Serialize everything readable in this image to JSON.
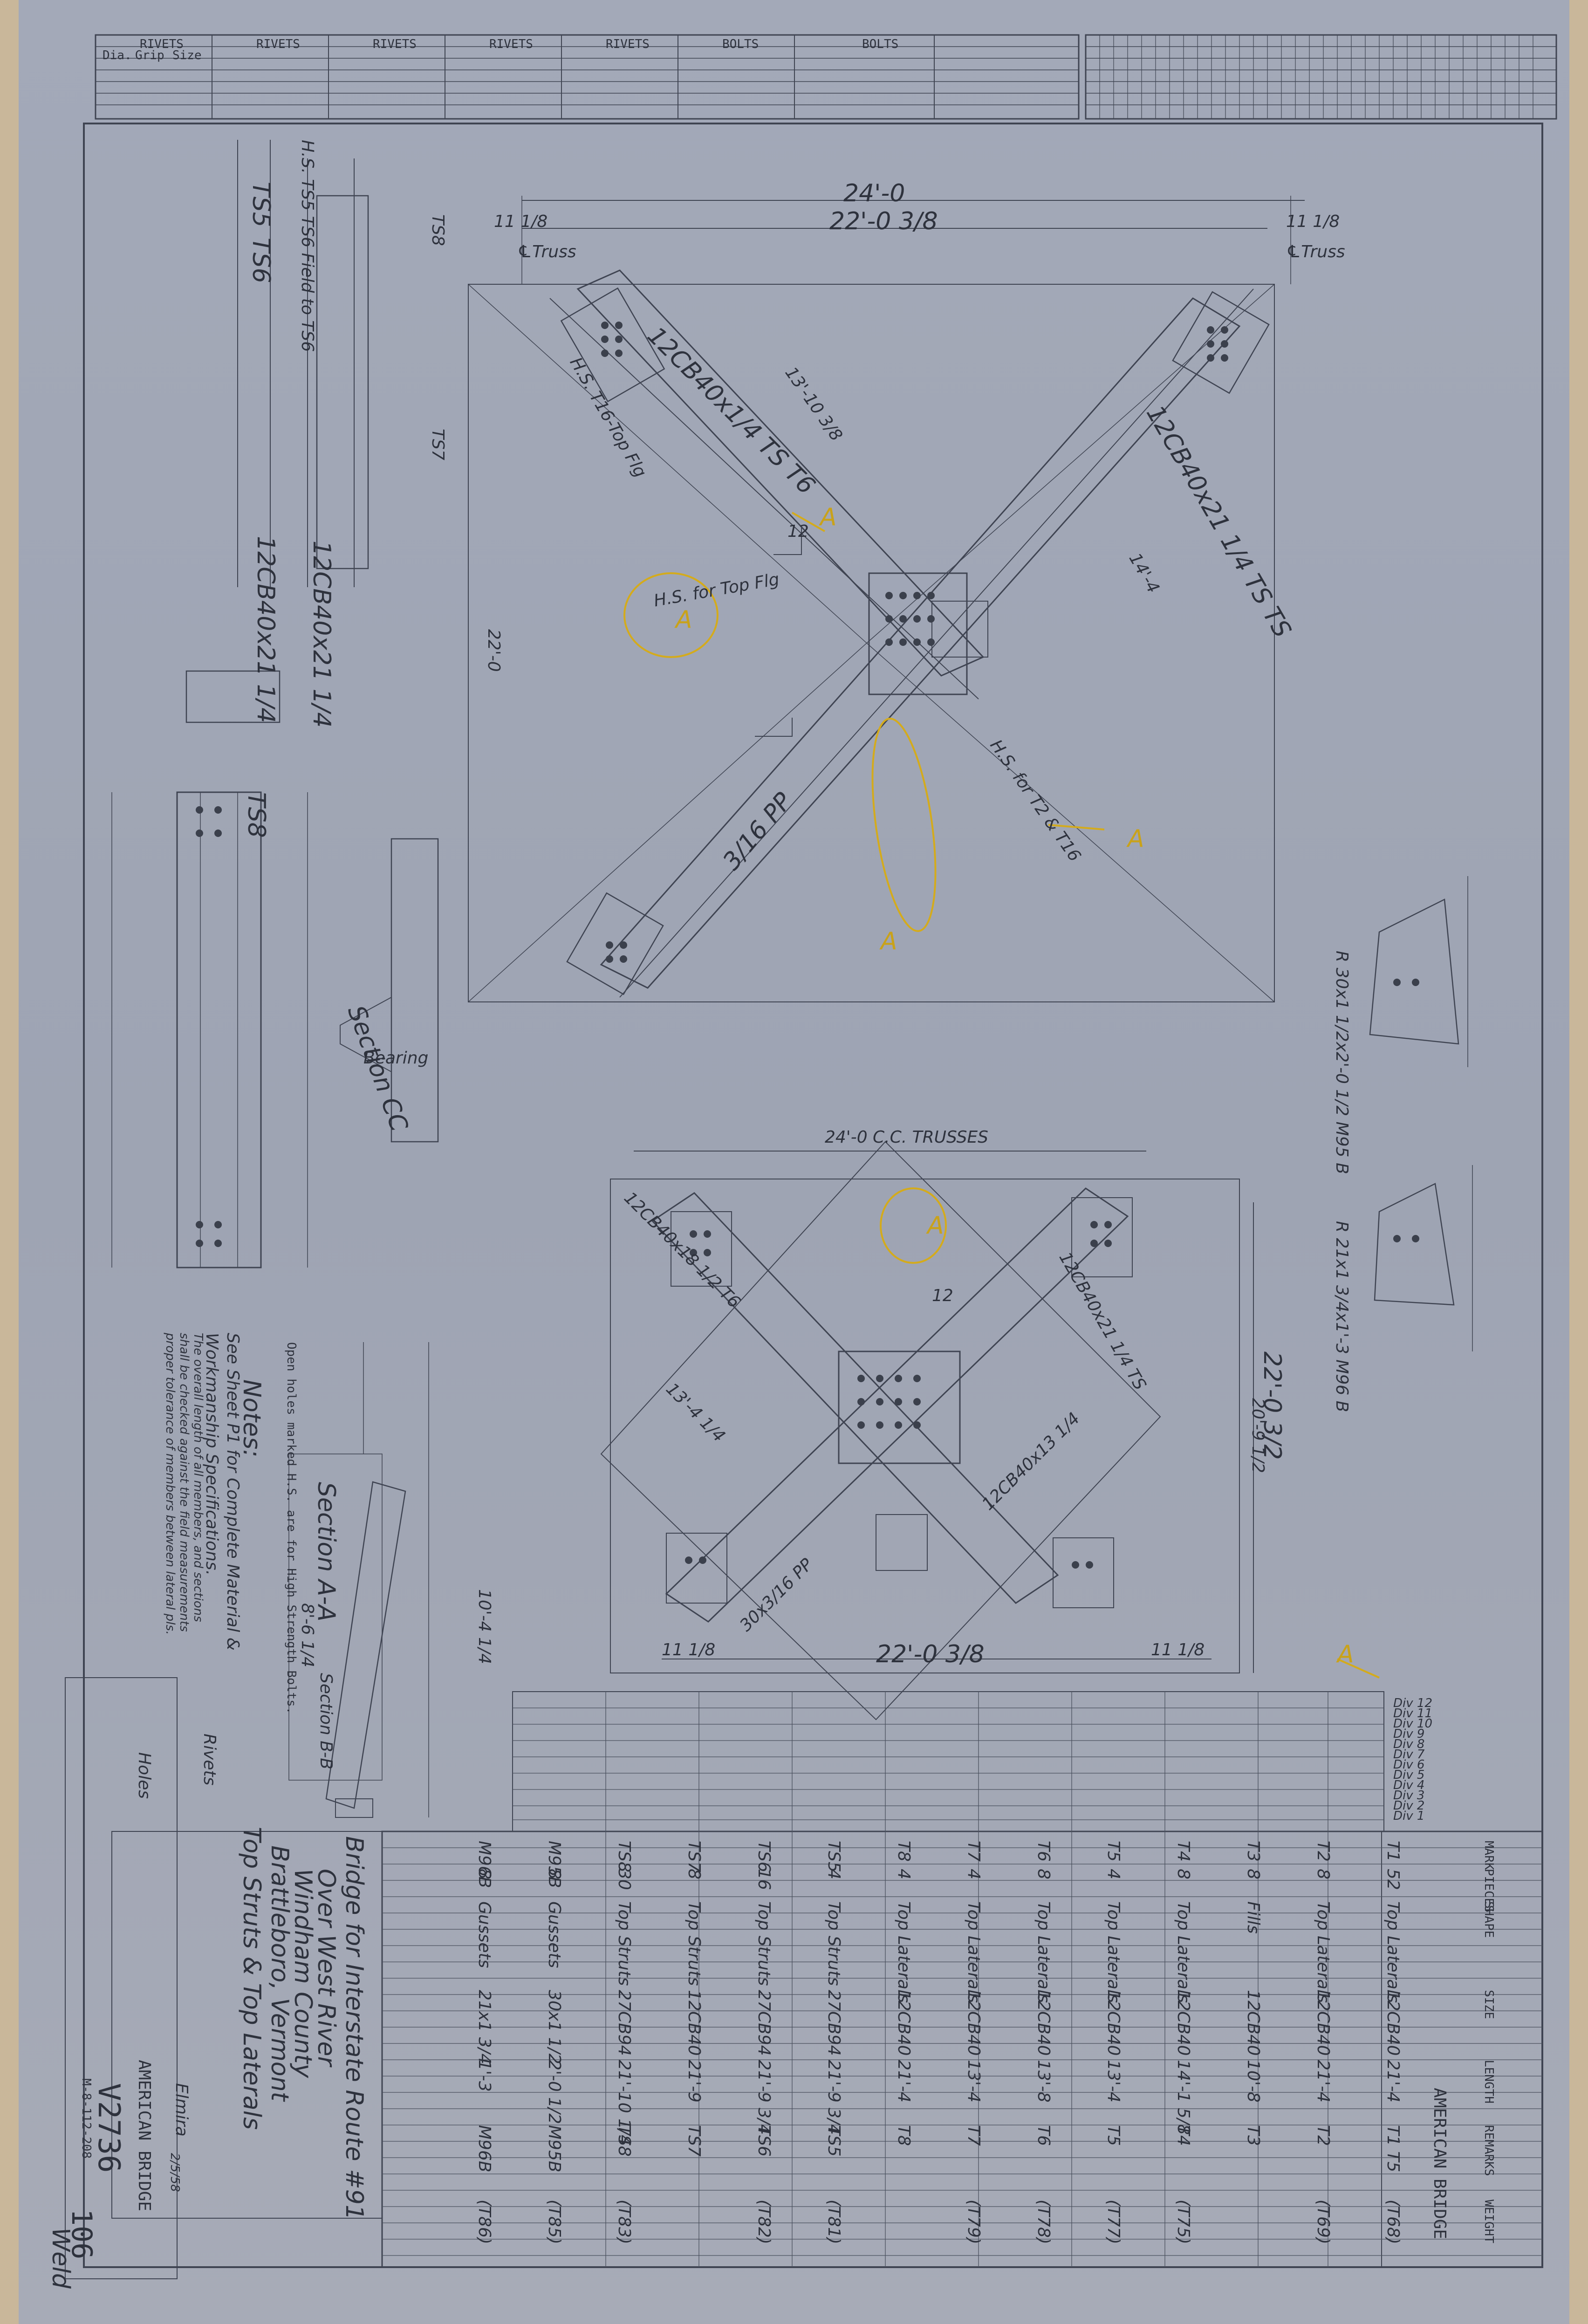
{
  "header_table": {
    "group_labels": [
      "RIVETS",
      "RIVETS",
      "RIVETS",
      "RIVETS",
      "RIVETS",
      "BOLTS",
      "BOLTS"
    ],
    "col_labels": [
      "Dia.",
      "Grip",
      "Size"
    ]
  },
  "plan_top": {
    "overall_dim": "24'-0",
    "inner_dim": "22'-0 3/8",
    "left_offset": "11 1/8",
    "right_offset": "11 1/8",
    "truss_left": "℄Truss",
    "truss_right": "℄Truss",
    "member_main": "12CB40x1/4 TS T6",
    "member_secondary": "12CB40x21 1/4 TS TS",
    "plate": "3/16 PP",
    "ann_a1": "A",
    "ann_a2": "A",
    "ann_a3": "A",
    "ann_a4": "A",
    "hs_note1": "H.S. T16-Top Flg",
    "hs_note2": "H.S. for Top Flg",
    "hs_note3": "H.S. for T2 & T16",
    "dim_len1": "13'-10 3/8",
    "dim_len2": "14'-4",
    "slope": "12"
  },
  "plan_bottom": {
    "overall_dim": "24'-0 C.C. TRUSSES",
    "inner_dim": "22'-0 3/8",
    "left_offset": "11 1/8",
    "right_offset": "11 1/8",
    "side_dim": "22'-0 3/2",
    "side_dim2": "20'-9 1/2",
    "member_a": "12CB40x18 1/2 T6",
    "member_b": "12CB40x21 1/4 TS",
    "member_c": "12CB40x13 1/4",
    "plate": "30x3/16 PP",
    "ann_a": "A",
    "dim_len": "13'-4 1/4",
    "slope": "12"
  },
  "left_elevations": {
    "ts8_label": "TS8",
    "strut_label": "12CB40x21 1/4",
    "strut_label2": "12CB40x21 1/4",
    "ts5": "TS5",
    "ts6": "TS6",
    "ts8": "TS8",
    "ts7": "TS7",
    "hs_field": "H.S. TS5 TS6 Field to TS6",
    "section_cc": "Section CC",
    "section_aa": "Section A-A",
    "section_bb": "Section B-B",
    "dim_220": "22'-0",
    "bearing": "Bearing",
    "dim_1014": "10'-4 1/4",
    "dim_86": "8'-6 1/4"
  },
  "notes": {
    "title": "Notes:",
    "line1": "See Sheet P1 for Complete Material &",
    "line2": "Workmanship Specifications.",
    "line3": "The overall length of all members, and sections",
    "line4": "shall be checked against the field measurements",
    "line5": "proper tolerance of members between lateral pls.",
    "rivets": "Rivets",
    "holes": "Holes",
    "open_holes": "Open holes marked H.S. are for High Strength Bolts."
  },
  "gussets": {
    "g1": "R 30x1 1/2x2'-0 1/2 M95 B",
    "g2": "R 21x1 3/4x1'-3 M96 B"
  },
  "title_block": {
    "line1": "Bridge for Interstate Route #91",
    "line2": "Over West River",
    "line3": "Windham County",
    "line4": "Brattleboro, Vermont",
    "line5": "Top Struts & Top Laterals",
    "company": "AMERICAN BRIDGE",
    "drawing_no": "V2736",
    "sheet": "106",
    "weld": "Weld",
    "work_fab": "Elmira",
    "order_no": "M-8-112-208",
    "date": "2/5/58"
  },
  "bom_table": {
    "header": [
      "MARK",
      "PIECES",
      "SHAPE",
      "SIZE",
      "LENGTH",
      "REMARKS",
      "WEIGHT"
    ],
    "rows": [
      [
        "T1",
        "52",
        "Top Laterals",
        "12CB40",
        "21'-4",
        "T1 T5",
        "(T68)"
      ],
      [
        "T2",
        "8",
        "Top Laterals",
        "12CB40",
        "21'-4",
        "T2",
        "(T69)"
      ],
      [
        "T3",
        "8",
        "Fills",
        "12CB40",
        "10'-8",
        "T3",
        ""
      ],
      [
        "T4",
        "8",
        "Top Laterals",
        "12CB40",
        "14'-1 5/8",
        "T4",
        "(T75)"
      ],
      [
        "T5",
        "4",
        "Top Laterals",
        "12CB40",
        "13'-4",
        "T5",
        "(T77)"
      ],
      [
        "T6",
        "8",
        "Top Laterals",
        "12CB40",
        "13'-8",
        "T6",
        "(T78)"
      ],
      [
        "T7",
        "4",
        "Top Laterals",
        "12CB40",
        "13'-4",
        "T7",
        "(T79)"
      ],
      [
        "T8",
        "4",
        "Top Laterals",
        "12CB40",
        "21'-4",
        "T8",
        ""
      ],
      [
        "TS5",
        "4",
        "Top Struts",
        "27CB94",
        "21'-9 3/4",
        "TS5",
        "(T81)"
      ],
      [
        "TS6",
        "16",
        "Top Struts",
        "27CB94",
        "21'-9 3/4",
        "TS6",
        "(T82)"
      ],
      [
        "TS7",
        "8",
        "Top Struts",
        "12CB40",
        "21'-9",
        "TS7",
        ""
      ],
      [
        "TS8",
        "30",
        "Top Struts",
        "27CB94",
        "21'-10 1/4",
        "TS8",
        "(T83)"
      ],
      [
        "M95B",
        "8",
        "Gussets",
        "30x1 1/2",
        "2'-0 1/2",
        "M95B",
        "(T85)"
      ],
      [
        "M96B",
        "8",
        "Gussets",
        "21x1 3/4",
        "1'-3",
        "M96B",
        "(T86)"
      ]
    ]
  },
  "div_table": {
    "labels": [
      "Div 12",
      "Div 11",
      "Div 10",
      "Div 9",
      "Div 8",
      "Div 7",
      "Div 6",
      "Div 5",
      "Div 4",
      "Div 3",
      "Div 2",
      "Div 1"
    ],
    "marker": "A"
  }
}
